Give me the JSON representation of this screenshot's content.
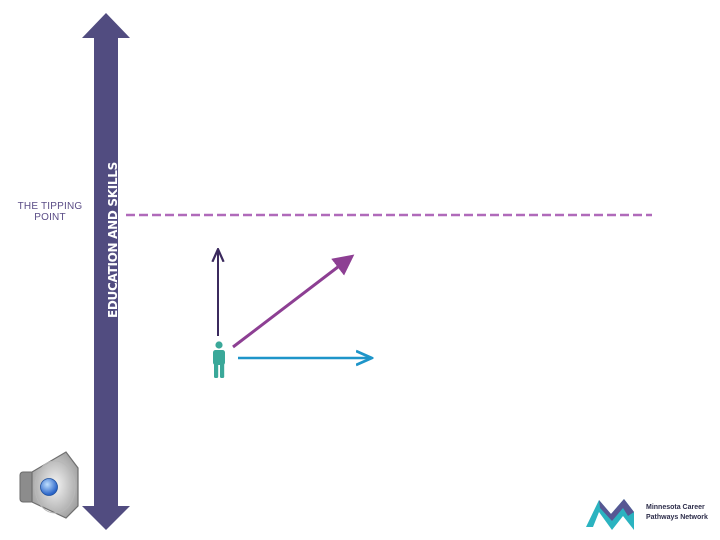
{
  "diagram": {
    "vertical_axis_label": "EDUCATION AND SKILLS",
    "tipping_point_label": "THE TIPPING POINT"
  },
  "logo": {
    "line1": "Minnesota Career",
    "line2": "Pathways Network"
  },
  "colors": {
    "axis": "#514c80",
    "tipping_line": "#b06aba",
    "up_arrow": "#3b2a5e",
    "diagonal_arrow": "#8d3f93",
    "horizontal_arrow": "#1e95c9",
    "person": "#3aa899",
    "logo_teal": "#2bb3c0",
    "logo_purple": "#5c4c8e"
  },
  "icons": {
    "person": "person-icon",
    "speaker": "speaker-icon",
    "logo": "mcpn-logo"
  }
}
